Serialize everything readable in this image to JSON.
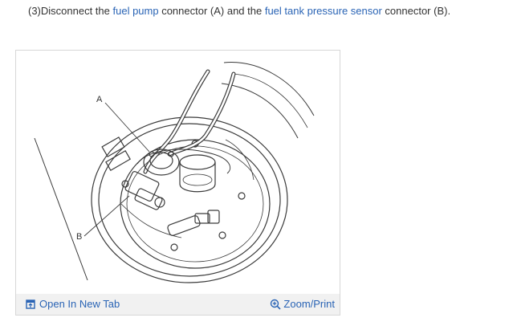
{
  "instruction": {
    "prefix": "(3)Disconnect the ",
    "link1": "fuel pump",
    "middle": " connector (A) and the ",
    "link2": "fuel tank pressure sensor",
    "suffix": " connector (B)."
  },
  "figure": {
    "callout_a": "A",
    "callout_b": "B"
  },
  "footer": {
    "open_tab_label": "Open In New Tab",
    "zoom_label": "Zoom/Print"
  },
  "colors": {
    "link": "#2a64b5",
    "footer_bg": "#f1f1f1",
    "border": "#d7d7d7"
  }
}
